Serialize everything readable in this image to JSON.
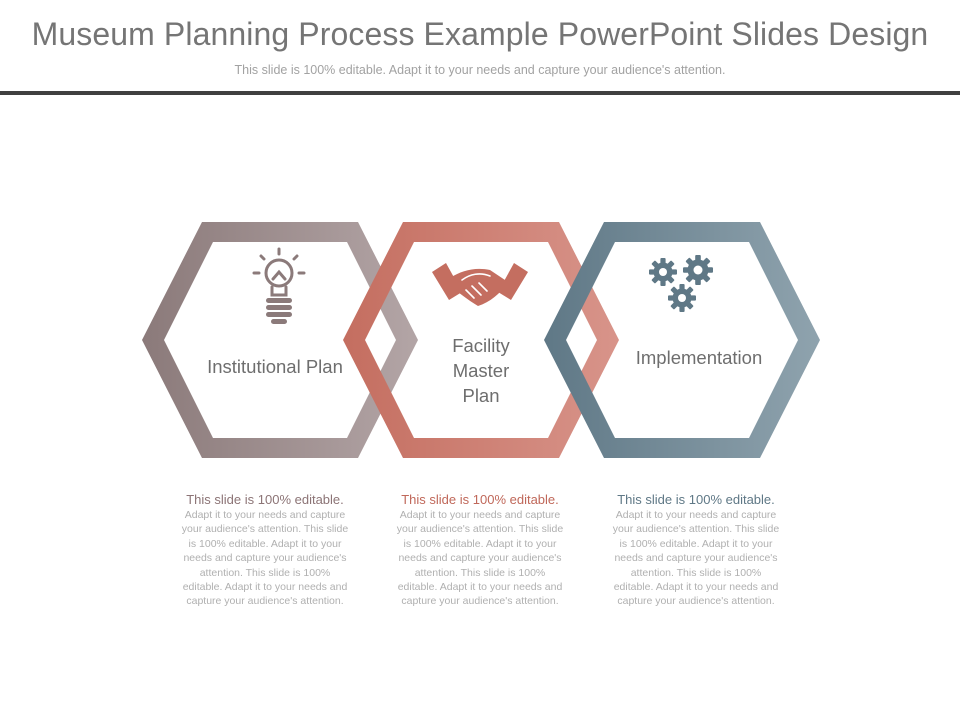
{
  "header": {
    "title": "Museum Planning Process Example PowerPoint Slides Design",
    "subtitle": "This slide is 100% editable. Adapt it to your needs and capture your audience's attention."
  },
  "stages": [
    {
      "label": "Institutional Plan",
      "icon": "lightbulb-icon",
      "color_start": "#8b7a7a",
      "color_end": "#b3a5a6",
      "heading": "This slide is 100% editable.",
      "body": "Adapt it to your needs and capture your audience's attention. This slide is 100% editable. Adapt it to your needs and capture your audience's attention. This slide is 100% editable. Adapt it to your needs and capture your audience's attention.",
      "heading_color": "#8c7476"
    },
    {
      "label": "Facility Master Plan",
      "icon": "handshake-icon",
      "color_start": "#c46e60",
      "color_end": "#d8948a",
      "heading": "This slide is 100% editable.",
      "body": "Adapt it to your needs and capture your audience's attention. This slide is 100% editable. Adapt it to your needs and capture your audience's attention. This slide is 100% editable. Adapt it to your needs and capture your audience's attention.",
      "heading_color": "#c0685a"
    },
    {
      "label": "Implementation",
      "icon": "gears-icon",
      "color_start": "#5f7886",
      "color_end": "#8fa3ae",
      "heading": "This slide is 100% editable.",
      "body": "Adapt it to your needs and capture your audience's attention. This slide is 100% editable. Adapt it to your needs and capture your audience's attention. This slide is 100% editable. Adapt it to your needs and capture your audience's attention.",
      "heading_color": "#5f7886"
    }
  ]
}
